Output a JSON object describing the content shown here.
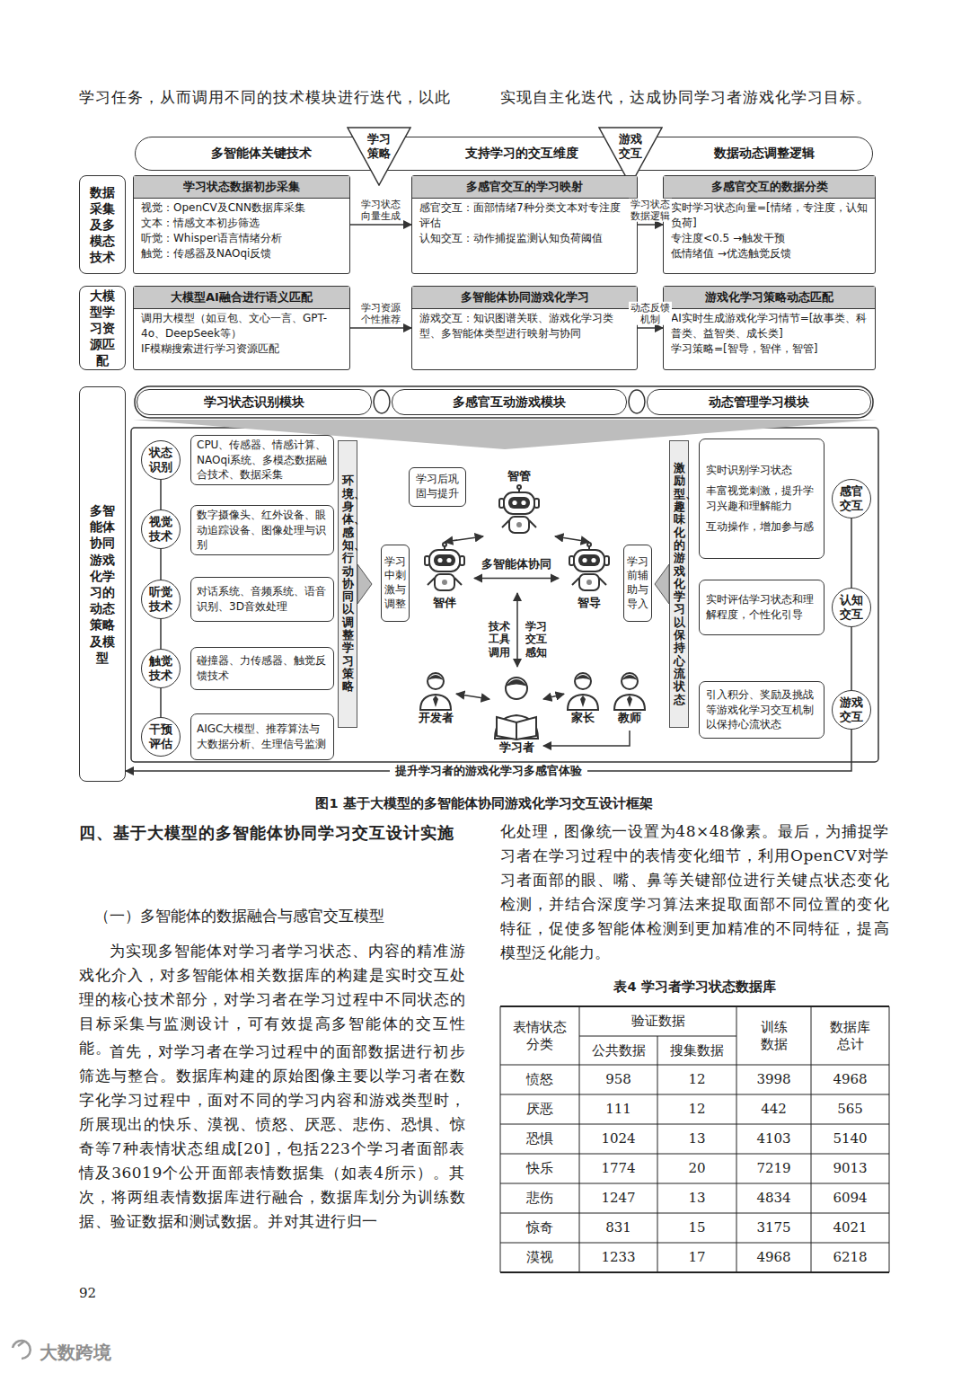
{
  "diagram": {
    "caption": "图1  基于大模型的多智能体协同游戏化学习交互设计框架",
    "nodes": [
      {
        "text": [
          "多智能体关键技术",
          "支持学习的交互维度",
          "数据动态调整逻辑"
        ]
      },
      {
        "text": [
          "学习策略"
        ],
        "in": 0
      },
      {
        "text": [
          "游戏交互"
        ],
        "in": 0
      },
      {
        "text": [
          "数据采集及多模态技术"
        ]
      },
      {
        "text": [
          "学习状态数据初步采集",
          "视觉：OpenCV及CNN数据库采集",
          "文本：情感文本初步筛选",
          "听觉：Whisper语言情绪分析",
          "触觉：传感器及NAOqi反馈"
        ]
      },
      {
        "text": [
          "多感官交互的学习映射",
          "感官交互：面部情绪7种分类文本对专注度评估",
          "认知交互：动作捕捉监测认知负荷阈值"
        ]
      },
      {
        "text": [
          "多感官交互的数据分类",
          "实时学习状态向量=[情绪，专注度，认知负荷]",
          "专注度<0.5 →触发干预",
          "低情绪值 →优选触觉反馈"
        ]
      },
      {
        "text": [
          "大模型学习资源匹配"
        ]
      },
      {
        "text": [
          "大模型AI融合进行语义匹配",
          "调用大模型（如豆包、文心一言、GPT-4o、DeepSeek等）",
          "IF模糊搜索进行学习资源匹配"
        ]
      },
      {
        "text": [
          "多智能体协同游戏化学习",
          "游戏交互：知识图谱关联、游戏化学习类型、多智能体类型进行映射与协同"
        ]
      },
      {
        "text": [
          "游戏化学习策略动态匹配",
          "AI实时生成游戏化学习情节=[故事类、科普类、益智类、成长类]",
          "学习策略=[智导，智伴，智管]"
        ]
      },
      {
        "text": [
          "学习状态识别模块"
        ]
      },
      {
        "text": [
          "多感官互动游戏模块"
        ]
      },
      {
        "text": [
          "动态管理学习模块"
        ]
      },
      {
        "text": [
          "多智能体协同游戏化学习的动态策略及模型"
        ]
      },
      {
        "text": [
          "状态识别"
        ]
      },
      {
        "text": [
          "CPU、传感器、情感计算、NAOqi系统、多模态数据融合技术、数据采集"
        ]
      },
      {
        "text": [
          "视觉技术"
        ]
      },
      {
        "text": [
          "数字摄像头、红外设备、眼动追踪设备、图像处理与识别"
        ]
      },
      {
        "text": [
          "听觉技术"
        ]
      },
      {
        "text": [
          "对话系统、音频系统、语音识别、3D音效处理"
        ]
      },
      {
        "text": [
          "触觉技术"
        ]
      },
      {
        "text": [
          "碰撞器、力传感器、触觉反馈技术"
        ]
      },
      {
        "text": [
          "干预评估"
        ]
      },
      {
        "text": [
          "AIGC大模型、推荐算法与大数据分析、生理信号监测"
        ]
      },
      {
        "text": [
          "环境、身体、感知、行动协同以调整学习策略"
        ]
      },
      {
        "text": [
          "学习后巩固与提升"
        ]
      },
      {
        "text": [
          "智管"
        ]
      },
      {
        "text": [
          "学习中刺激与调整"
        ]
      },
      {
        "text": [
          "智伴"
        ]
      },
      {
        "text": [
          "智导"
        ]
      },
      {
        "text": [
          "学习前辅助与导入"
        ]
      },
      {
        "text": [
          "开发者"
        ]
      },
      {
        "text": [
          "学习者"
        ]
      },
      {
        "text": [
          "家长"
        ]
      },
      {
        "text": [
          "教师"
        ]
      },
      {
        "text": [
          "激励型、趣味化的游戏化学习以保持心流状态"
        ]
      },
      {
        "text": [
          "实时识别学习状态",
          "丰富视觉刺激，提升学习兴趣和理解能力",
          "互动操作，增加参与感"
        ]
      },
      {
        "text": [
          "感官交互"
        ]
      },
      {
        "text": [
          "实时评估学习状态和理解程度，个性化引导"
        ]
      },
      {
        "text": [
          "认知交互"
        ]
      },
      {
        "text": [
          "引入积分、奖励及挑战等游戏化学习交互机制以保持心流状态"
        ]
      },
      {
        "text": [
          "游戏交互"
        ]
      }
    ],
    "edges": [
      {
        "from": 4,
        "to": 5,
        "label": "学习状态向量生成",
        "arrow": "to"
      },
      {
        "from": 5,
        "to": 6,
        "label": "学习状态数据逻辑",
        "arrow": "to"
      },
      {
        "from": 8,
        "to": 9,
        "label": "学习资源个性推荐",
        "arrow": "to"
      },
      {
        "from": 9,
        "to": 10,
        "label": "动态反馈机制",
        "arrow": "to"
      },
      {
        "from": 27,
        "to": 29,
        "arrow": "both"
      },
      {
        "from": 27,
        "to": 30,
        "arrow": "both"
      },
      {
        "from": 29,
        "to": 30,
        "arrow": "both"
      },
      {
        "from": 32,
        "to": 33,
        "arrow": "both"
      },
      {
        "from": 33,
        "to": 34,
        "arrow": "both"
      },
      {
        "from": 35,
        "to": 33,
        "arrow": "to"
      },
      {
        "from": 42,
        "to": 14,
        "label": "提升学习者的游戏化学习多感官体验",
        "arrow": "to"
      }
    ],
    "labels": [
      "学习任务，从而调用不同的技术模块进行迭代，以此",
      "实现自主化迭代，达成协同学习者游戏化学习目标。",
      "多智能体协同",
      "技术工具调用",
      "学习交互感知",
      "四、基于大模型的多智能体协同学习交互设计实施",
      "（一）多智能体的数据融合与感官交互模型",
      "为实现多智能体对学习者学习状态、内容的精准游戏化介入，对多智能体相关数据库的构建是实时交互处理的核心技术部分，对学习者在学习过程中不同状态的目标采集与监测设计，可有效提高多智能体的交互性能。",
      "首先，对学习者在学习过程中的面部数据进行初步筛选与整合。数据库构建的原始图像主要以学习者在数字化学习过程中，面对不同的学习内容和游戏类型时，所展现出的快乐、漠视、愤怒、厌恶、悲伤、恐惧、惊奇等7种表情状态组成[20]，包括223个学习者面部表情及36019个公开面部表情数据集（如表4所示）。其次，将两组表情数据库进行融合，数据库划分为训练数据、验证数据和测试数据。并对其进行归一",
      "化处理，图像统一设置为48×48像素。最后，为捕捉学习者在学习过程中的表情变化细节，利用OpenCV对学习者面部的眼、嘴、鼻等关键部位进行关键点状态变化检测，并结合深度学习算法来捉取面部不同位置的变化特征，促使多智能体检测到更加精准的不同特征，提高模型泛化能力。",
      "表4  学习者学习状态数据库",
      "表情状态分类",
      "验证数据",
      "公共数据",
      "搜集数据",
      "训练数据",
      "数据库总计",
      "愤怒",
      "958",
      "12",
      "3998",
      "4968",
      "厌恶",
      "111",
      "12",
      "442",
      "565",
      "恐惧",
      "1024",
      "13",
      "4103",
      "5140",
      "快乐",
      "1774",
      "20",
      "7219",
      "9013",
      "悲伤",
      "1247",
      "13",
      "4834",
      "6094",
      "惊奇",
      "831",
      "15",
      "3175",
      "4021",
      "漠视",
      "1233",
      "17",
      "4968",
      "6218",
      "92",
      "大数跨境"
    ]
  }
}
